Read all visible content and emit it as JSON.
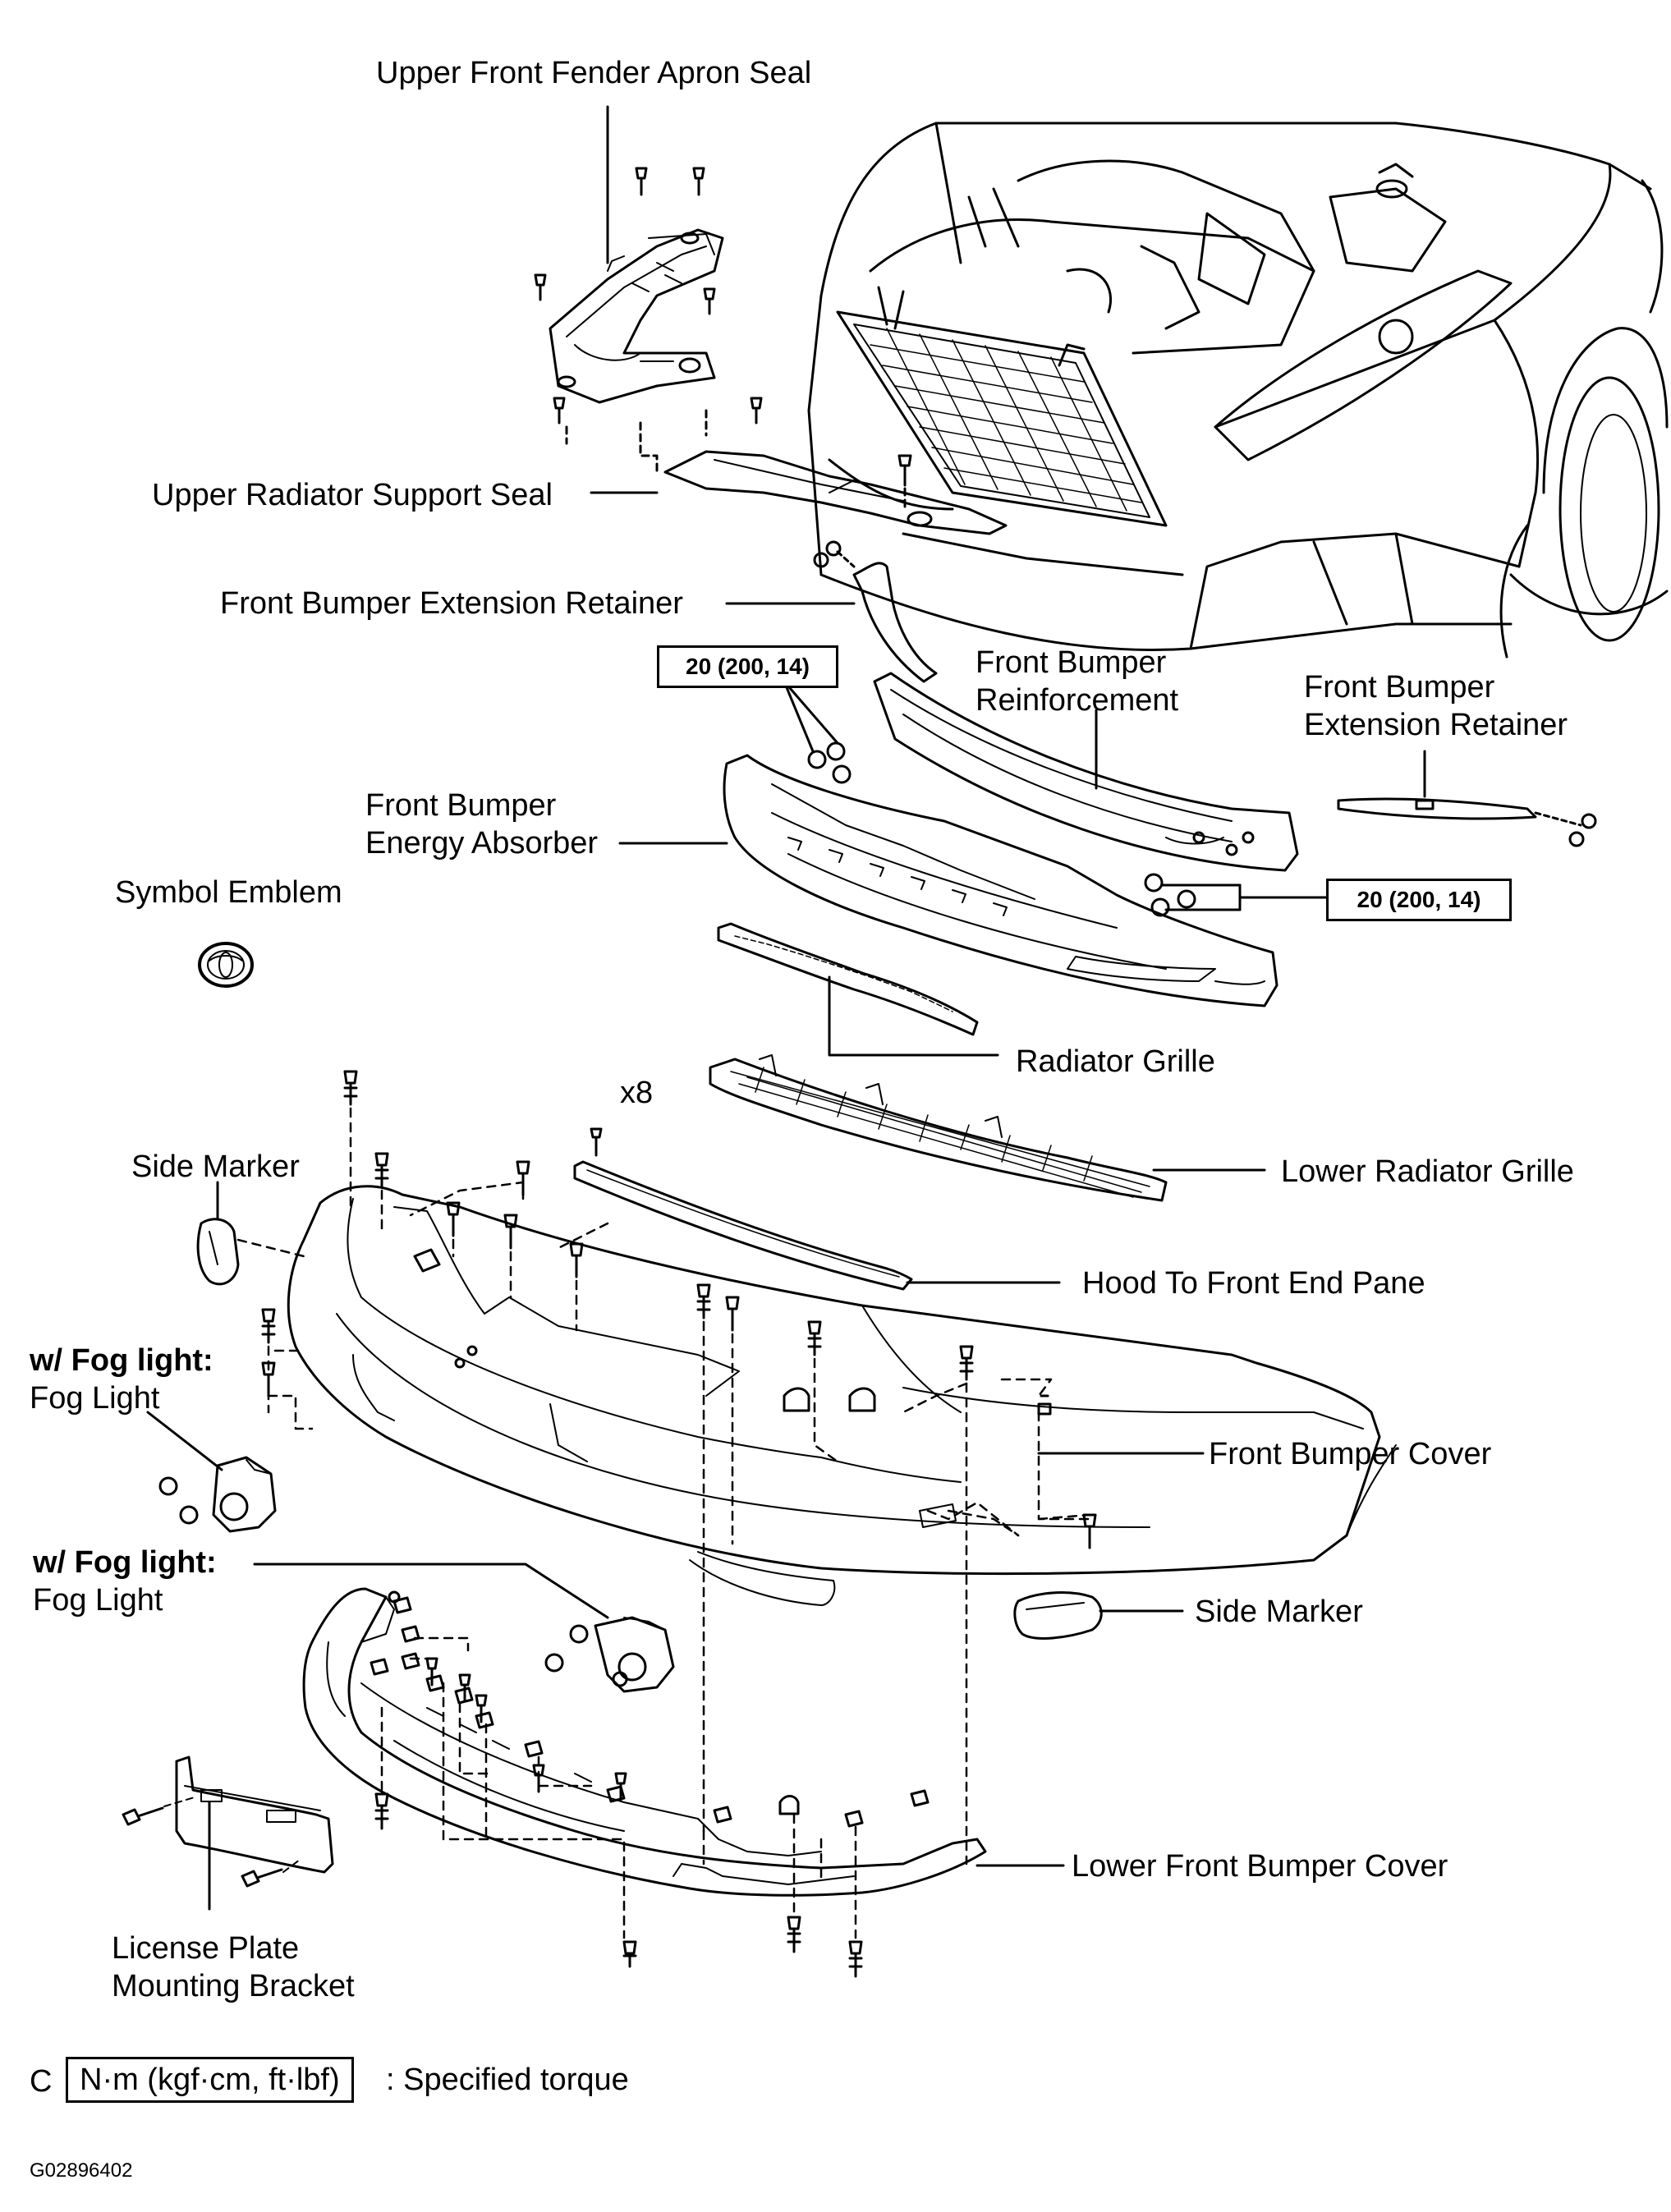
{
  "labels": {
    "upper_fender_apron_seal": "Upper Front Fender Apron Seal",
    "upper_radiator_support_seal": "Upper Radiator Support Seal",
    "front_bumper_extension_retainer_left": "Front Bumper Extension Retainer",
    "front_bumper_reinforcement": [
      "Front Bumper",
      "Reinforcement"
    ],
    "front_bumper_extension_retainer_right": [
      "Front Bumper",
      "Extension Retainer"
    ],
    "front_bumper_energy_absorber": [
      "Front Bumper",
      "Energy Absorber"
    ],
    "symbol_emblem": "Symbol Emblem",
    "radiator_grille": "Radiator Grille",
    "lower_radiator_grille": "Lower Radiator Grille",
    "side_marker_left": "Side Marker",
    "clip_count": "x8",
    "hood_to_front_end_pane": "Hood To Front End Pane",
    "fog_light_upper": [
      "w/ Fog light:",
      "Fog Light"
    ],
    "front_bumper_cover": "Front Bumper Cover",
    "fog_light_lower": [
      "w/ Fog light:",
      "Fog Light"
    ],
    "side_marker_right": "Side Marker",
    "lower_front_bumper_cover": "Lower Front Bumper Cover",
    "license_plate_mounting_bracket": [
      "License Plate",
      "Mounting Bracket"
    ]
  },
  "torque": {
    "upper": "20 (200, 14)",
    "right": "20 (200, 14)"
  },
  "legend": {
    "prefix": "C",
    "unit_box": "N·m (kgf·cm, ft·lbf)",
    "description": ": Specified torque"
  },
  "figure_code": "G02896402"
}
